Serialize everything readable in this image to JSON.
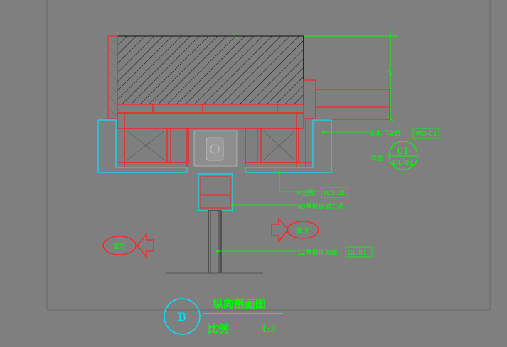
{
  "drawing": {
    "title": "纵向剖面图",
    "scale_label": "比例",
    "scale_value": "1:3",
    "section_mark": "B",
    "colors": {
      "background": "#7f7f7f",
      "frame": "#6a6a6a",
      "green": "#00ff00",
      "red": "#ff2020",
      "cyan": "#00e5ff",
      "black": "#111111"
    }
  },
  "annotations": {
    "door_pocket": {
      "text": "实木门套线",
      "code": "WD-02"
    },
    "wood_block": {
      "text": "木垫板",
      "code": "WD-02"
    },
    "steel_tube": {
      "text": "40厚镀锌钢方通"
    },
    "glass": {
      "text": "12厚钢化玻璃",
      "code": "GL-01"
    },
    "detail_ref": {
      "prefix": "详图",
      "top": "01",
      "bottom": "DL-01"
    }
  },
  "areas": {
    "outside": "室外",
    "inside": "餐厅"
  }
}
